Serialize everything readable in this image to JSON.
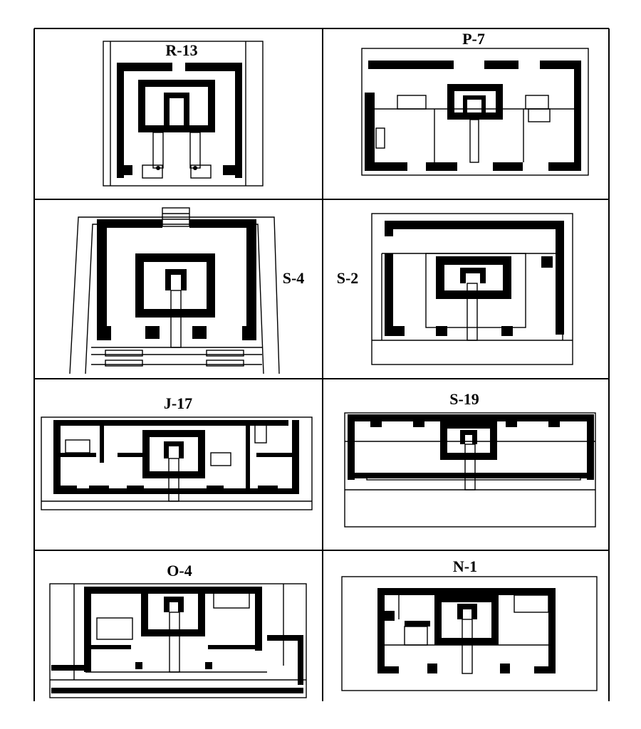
{
  "panels": [
    {
      "id": "R-13",
      "label": "R-13"
    },
    {
      "id": "P-7",
      "label": "P-7"
    },
    {
      "id": "S-4",
      "label": "S-4"
    },
    {
      "id": "S-2",
      "label": "S-2"
    },
    {
      "id": "J-17",
      "label": "J-17"
    },
    {
      "id": "S-19",
      "label": "S-19"
    },
    {
      "id": "O-4",
      "label": "O-4"
    },
    {
      "id": "N-1",
      "label": "N-1"
    }
  ],
  "colors": {
    "ink": "#000000",
    "paper": "#ffffff"
  }
}
